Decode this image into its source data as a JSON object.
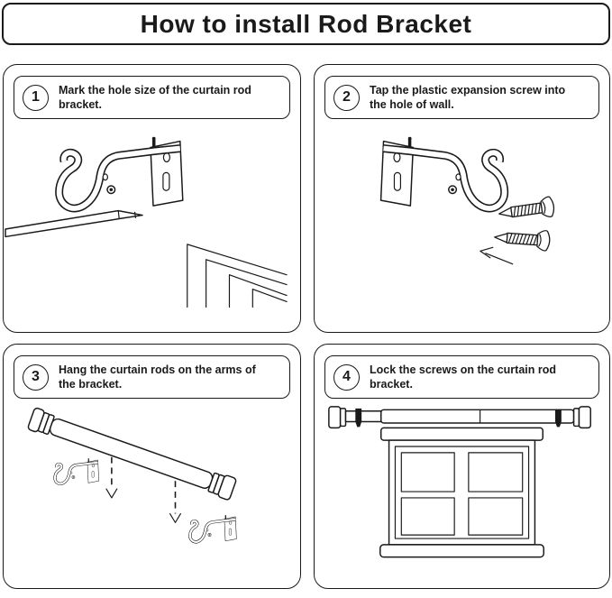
{
  "title": "How to install Rod Bracket",
  "steps": [
    {
      "number": "1",
      "line1": "Mark the hole size of the curtain rod",
      "line2": "bracket."
    },
    {
      "number": "2",
      "line1": "Tap the plastic expansion screw into",
      "line2": "the hole of wall."
    },
    {
      "number": "3",
      "line1": "Hang the curtain rods on the arms of",
      "line2": "the bracket."
    },
    {
      "number": "4",
      "line1": "Lock the screws on the curtain rod",
      "line2": "bracket."
    }
  ],
  "colors": {
    "ink": "#1a1a1a",
    "background": "#ffffff"
  },
  "illustrations": {
    "panel1": [
      "rod-bracket",
      "marking-pencil",
      "wall-frame-corner"
    ],
    "panel2": [
      "rod-bracket-mirrored",
      "expansion-screws",
      "direction-arrow"
    ],
    "panel3": [
      "curtain-rod",
      "drop-arrows",
      "mini-brackets"
    ],
    "panel4": [
      "mounted-curtain-rod",
      "rod-clips",
      "four-pane-window"
    ]
  }
}
